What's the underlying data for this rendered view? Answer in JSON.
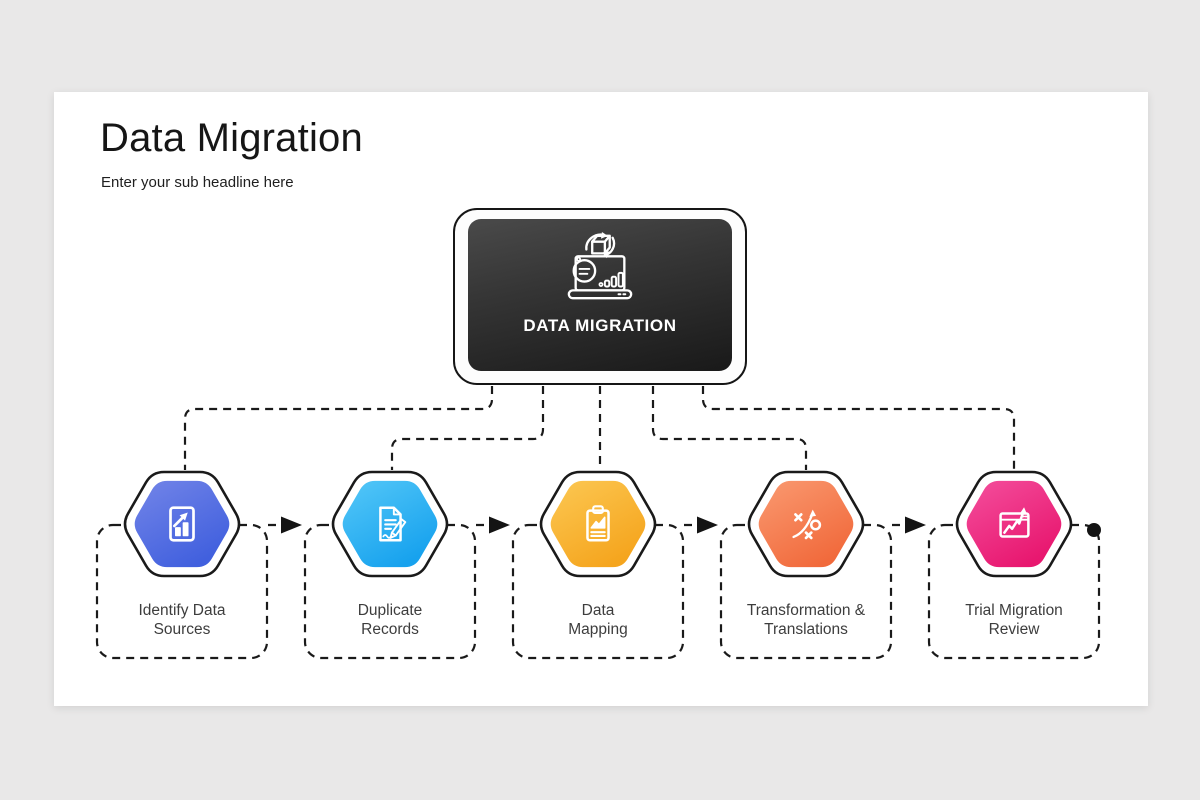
{
  "page": {
    "background": "#e9e8e8",
    "card_background": "#ffffff",
    "line_color": "#1a1a1a"
  },
  "header": {
    "title": "Data Migration",
    "subtitle": "Enter your sub headline here"
  },
  "center_node": {
    "label": "DATA MIGRATION",
    "icon": "data-migration-laptop-icon",
    "background_top": "#4a4a4a",
    "background_bottom": "#191919"
  },
  "nodes": [
    {
      "label_lines": [
        "Identify Data",
        "Sources"
      ],
      "icon": "report-chart-icon",
      "color_top": "#7385e8",
      "color_bottom": "#4160de"
    },
    {
      "label_lines": [
        "Duplicate",
        "Records"
      ],
      "icon": "document-pen-icon",
      "color_top": "#55c8f8",
      "color_bottom": "#17a2ee"
    },
    {
      "label_lines": [
        "Data",
        "Mapping"
      ],
      "icon": "clipboard-chart-icon",
      "color_top": "#fcc853",
      "color_bottom": "#f5a51e"
    },
    {
      "label_lines": [
        "Transformation &",
        "Translations"
      ],
      "icon": "strategy-icon",
      "color_top": "#fa9a71",
      "color_bottom": "#f16a3c"
    },
    {
      "label_lines": [
        "Trial Migration",
        "Review"
      ],
      "icon": "growth-chart-icon",
      "color_top": "#f44f9d",
      "color_bottom": "#e8176f"
    }
  ]
}
